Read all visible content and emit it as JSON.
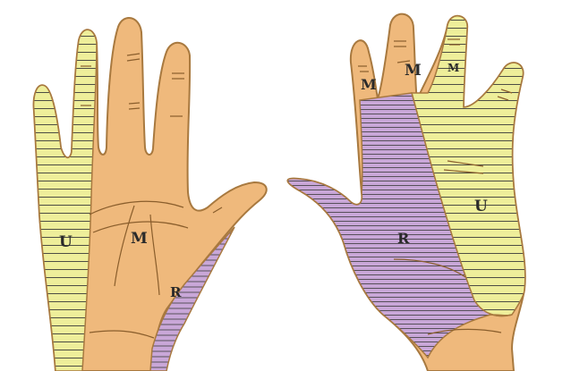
{
  "colors": {
    "skin": "#efb97c",
    "skin_outline": "#a8793f",
    "ulnar": "#eeee9a",
    "radial": "#c9a7d8",
    "hatch": "#3a3a3a",
    "label": "#2a2a2a"
  },
  "palmar_hand": {
    "labels": {
      "ulnar": "U",
      "median": "M",
      "radial": "R"
    }
  },
  "dorsal_hand": {
    "labels": {
      "median_1": "M",
      "median_2": "M",
      "median_3": "M",
      "radial": "R",
      "ulnar": "U"
    }
  }
}
